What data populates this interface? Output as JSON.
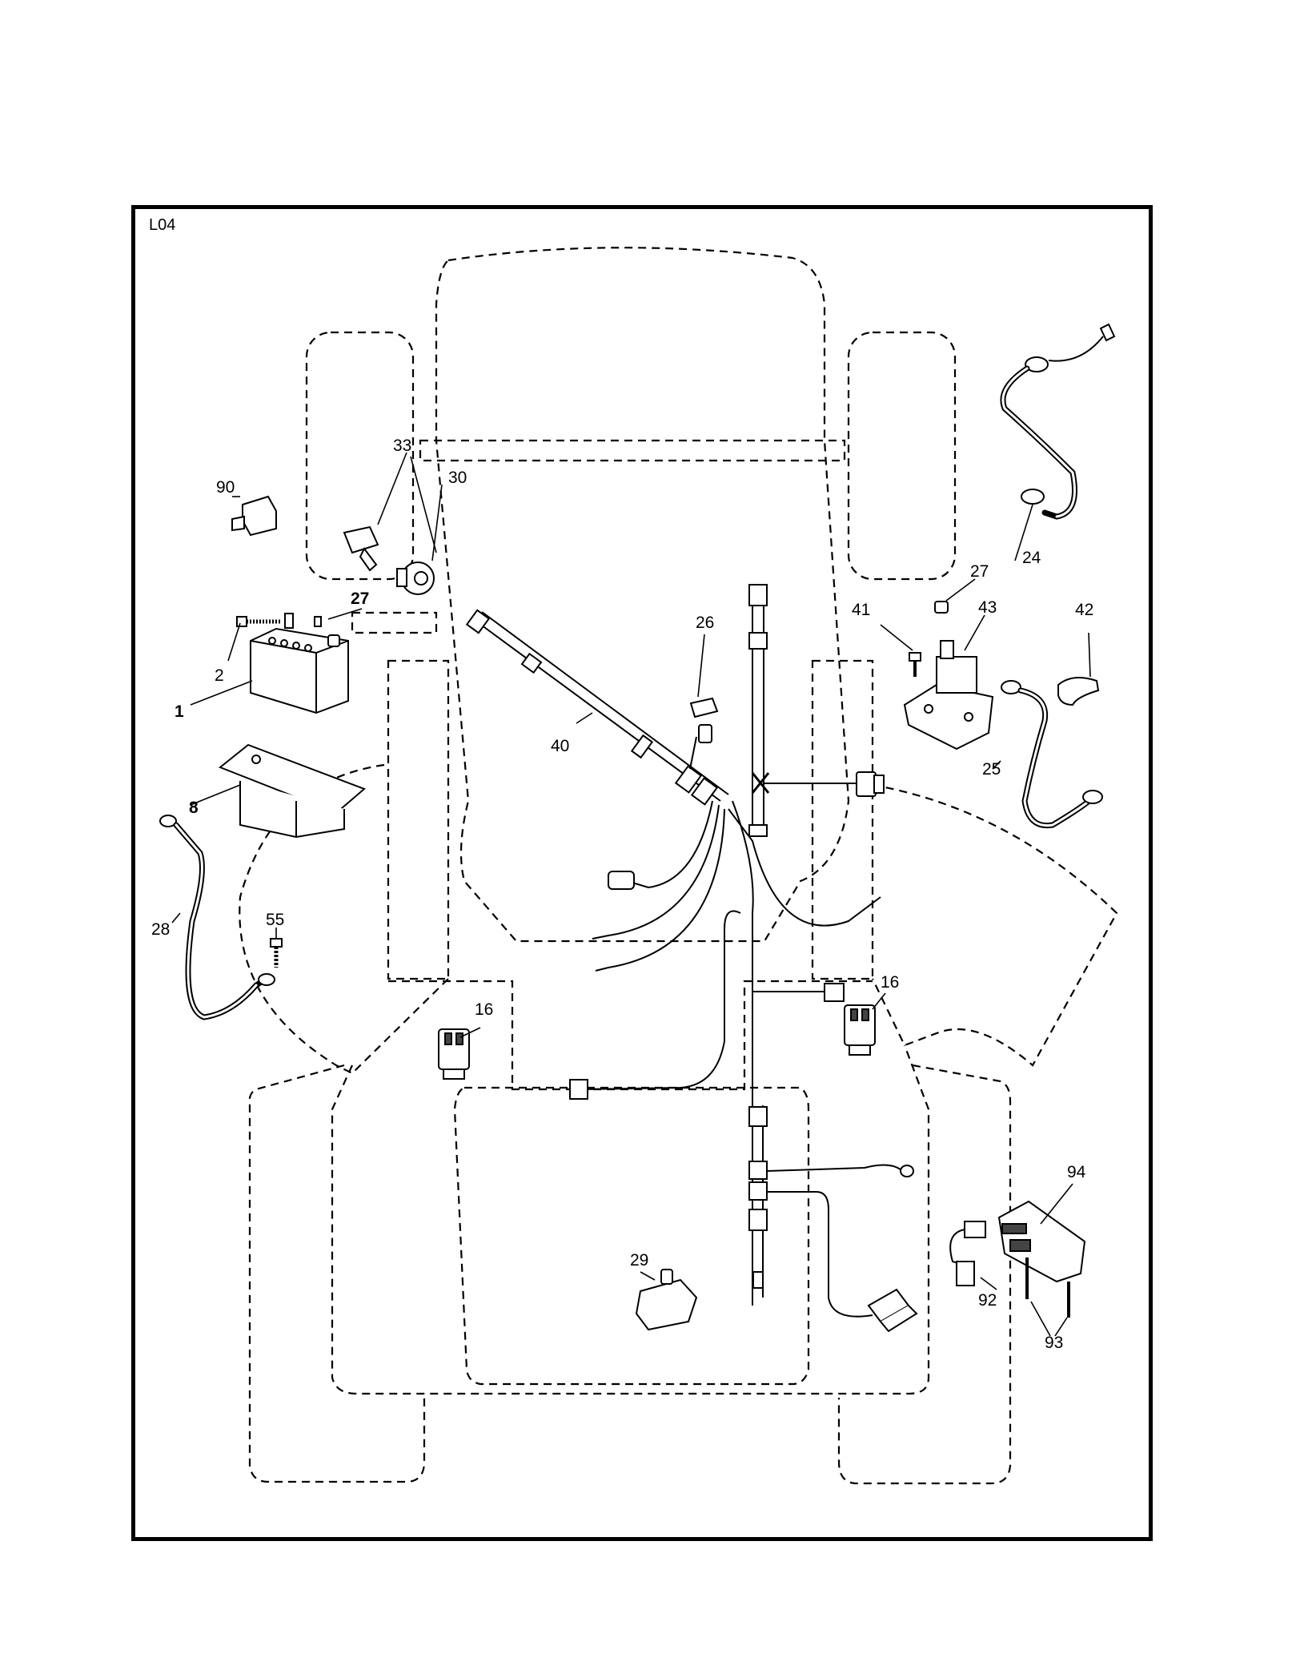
{
  "page_id": "L04",
  "callouts": {
    "c1": "1",
    "c2": "2",
    "c8": "8",
    "c16a": "16",
    "c16b": "16",
    "c24": "24",
    "c25": "25",
    "c26": "26",
    "c27a": "27",
    "c27b": "27",
    "c28": "28",
    "c29": "29",
    "c30": "30",
    "c33": "33",
    "c40": "40",
    "c41": "41",
    "c42": "42",
    "c43": "43",
    "c55": "55",
    "c90": "90",
    "c92": "92",
    "c93": "93",
    "c94": "94"
  }
}
